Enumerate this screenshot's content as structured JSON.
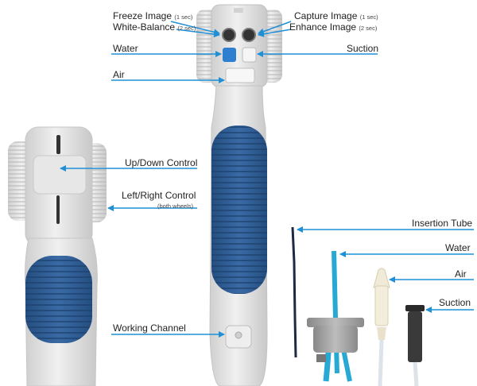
{
  "colors": {
    "arrow": "#1f8fd6",
    "handle_blue": "#2e5d95",
    "handle_blue_dark": "#244e80",
    "body": "#e6e6e6",
    "body_shadow": "#cfcfcf",
    "water_button": "#2f7fd0",
    "tube_blue": "#28a9d4"
  },
  "labels": {
    "freeze_image": "Freeze Image",
    "freeze_image_sub": "(1 sec)",
    "white_balance": "White-Balance",
    "white_balance_sub": "(2 sec)",
    "capture_image": "Capture Image",
    "capture_image_sub": "(1 sec)",
    "enhance_image": "Enhance Image",
    "enhance_image_sub": "(2 sec)",
    "water_left": "Water",
    "suction_right": "Suction",
    "air_left": "Air",
    "up_down": "Up/Down Control",
    "left_right": "Left/Right Control",
    "left_right_sub": "(both wheels)",
    "working_channel": "Working Channel",
    "insertion_tube": "Insertion Tube",
    "water_right": "Water",
    "air_right": "Air",
    "suction_bottom": "Suction"
  }
}
